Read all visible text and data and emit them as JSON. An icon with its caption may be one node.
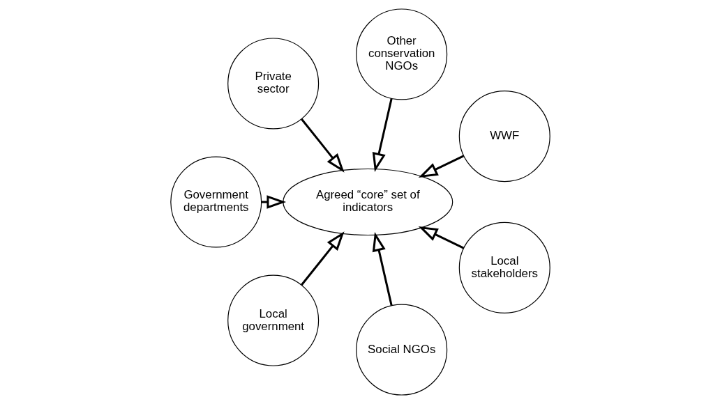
{
  "diagram": {
    "nodes": [
      {
        "text": [
          "Agreed “core” set of indicators"
        ]
      },
      {
        "text": [
          "WWF"
        ]
      },
      {
        "text": [
          "Other conservation NGOs"
        ]
      },
      {
        "text": [
          "Private sector"
        ]
      },
      {
        "text": [
          "Government departments"
        ]
      },
      {
        "text": [
          "Local government"
        ]
      },
      {
        "text": [
          "Social NGOs"
        ]
      },
      {
        "text": [
          "Local stakeholders"
        ]
      }
    ],
    "edges": [
      {
        "from": 1,
        "to": 0,
        "arrow": "to"
      },
      {
        "from": 2,
        "to": 0,
        "arrow": "to"
      },
      {
        "from": 3,
        "to": 0,
        "arrow": "to"
      },
      {
        "from": 4,
        "to": 0,
        "arrow": "to"
      },
      {
        "from": 5,
        "to": 0,
        "arrow": "to"
      },
      {
        "from": 6,
        "to": 0,
        "arrow": "to"
      },
      {
        "from": 7,
        "to": 0,
        "arrow": "to"
      }
    ]
  }
}
